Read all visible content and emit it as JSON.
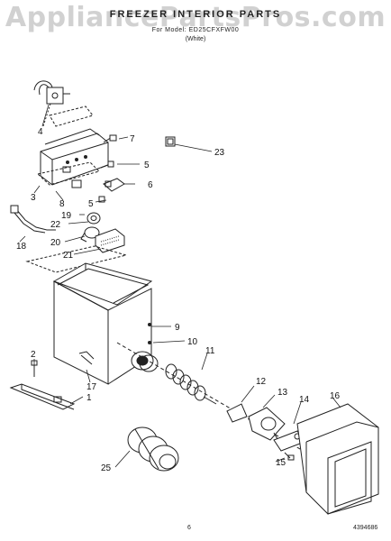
{
  "header": {
    "watermark": "AppliancePartsPros.com",
    "title": "FREEZER INTERIOR PARTS",
    "subtitle": "For Model: ED25CFXFW00",
    "subtitle2": "(White)"
  },
  "callouts": [
    {
      "id": "c1",
      "text": "1"
    },
    {
      "id": "c2",
      "text": "2"
    },
    {
      "id": "c3",
      "text": "3"
    },
    {
      "id": "c4",
      "text": "4"
    },
    {
      "id": "c5a",
      "text": "5"
    },
    {
      "id": "c5b",
      "text": "5"
    },
    {
      "id": "c6",
      "text": "6"
    },
    {
      "id": "c7",
      "text": "7"
    },
    {
      "id": "c8",
      "text": "8"
    },
    {
      "id": "c9",
      "text": "9"
    },
    {
      "id": "c10",
      "text": "10"
    },
    {
      "id": "c11",
      "text": "11"
    },
    {
      "id": "c12",
      "text": "12"
    },
    {
      "id": "c13",
      "text": "13"
    },
    {
      "id": "c14",
      "text": "14"
    },
    {
      "id": "c15",
      "text": "15"
    },
    {
      "id": "c16",
      "text": "16"
    },
    {
      "id": "c17",
      "text": "17"
    },
    {
      "id": "c18",
      "text": "18"
    },
    {
      "id": "c19",
      "text": "19"
    },
    {
      "id": "c20",
      "text": "20"
    },
    {
      "id": "c21",
      "text": "21"
    },
    {
      "id": "c22",
      "text": "22"
    },
    {
      "id": "c23",
      "text": "23"
    },
    {
      "id": "c25",
      "text": "25"
    }
  ],
  "footer": {
    "page": "6",
    "code": "4394686"
  }
}
